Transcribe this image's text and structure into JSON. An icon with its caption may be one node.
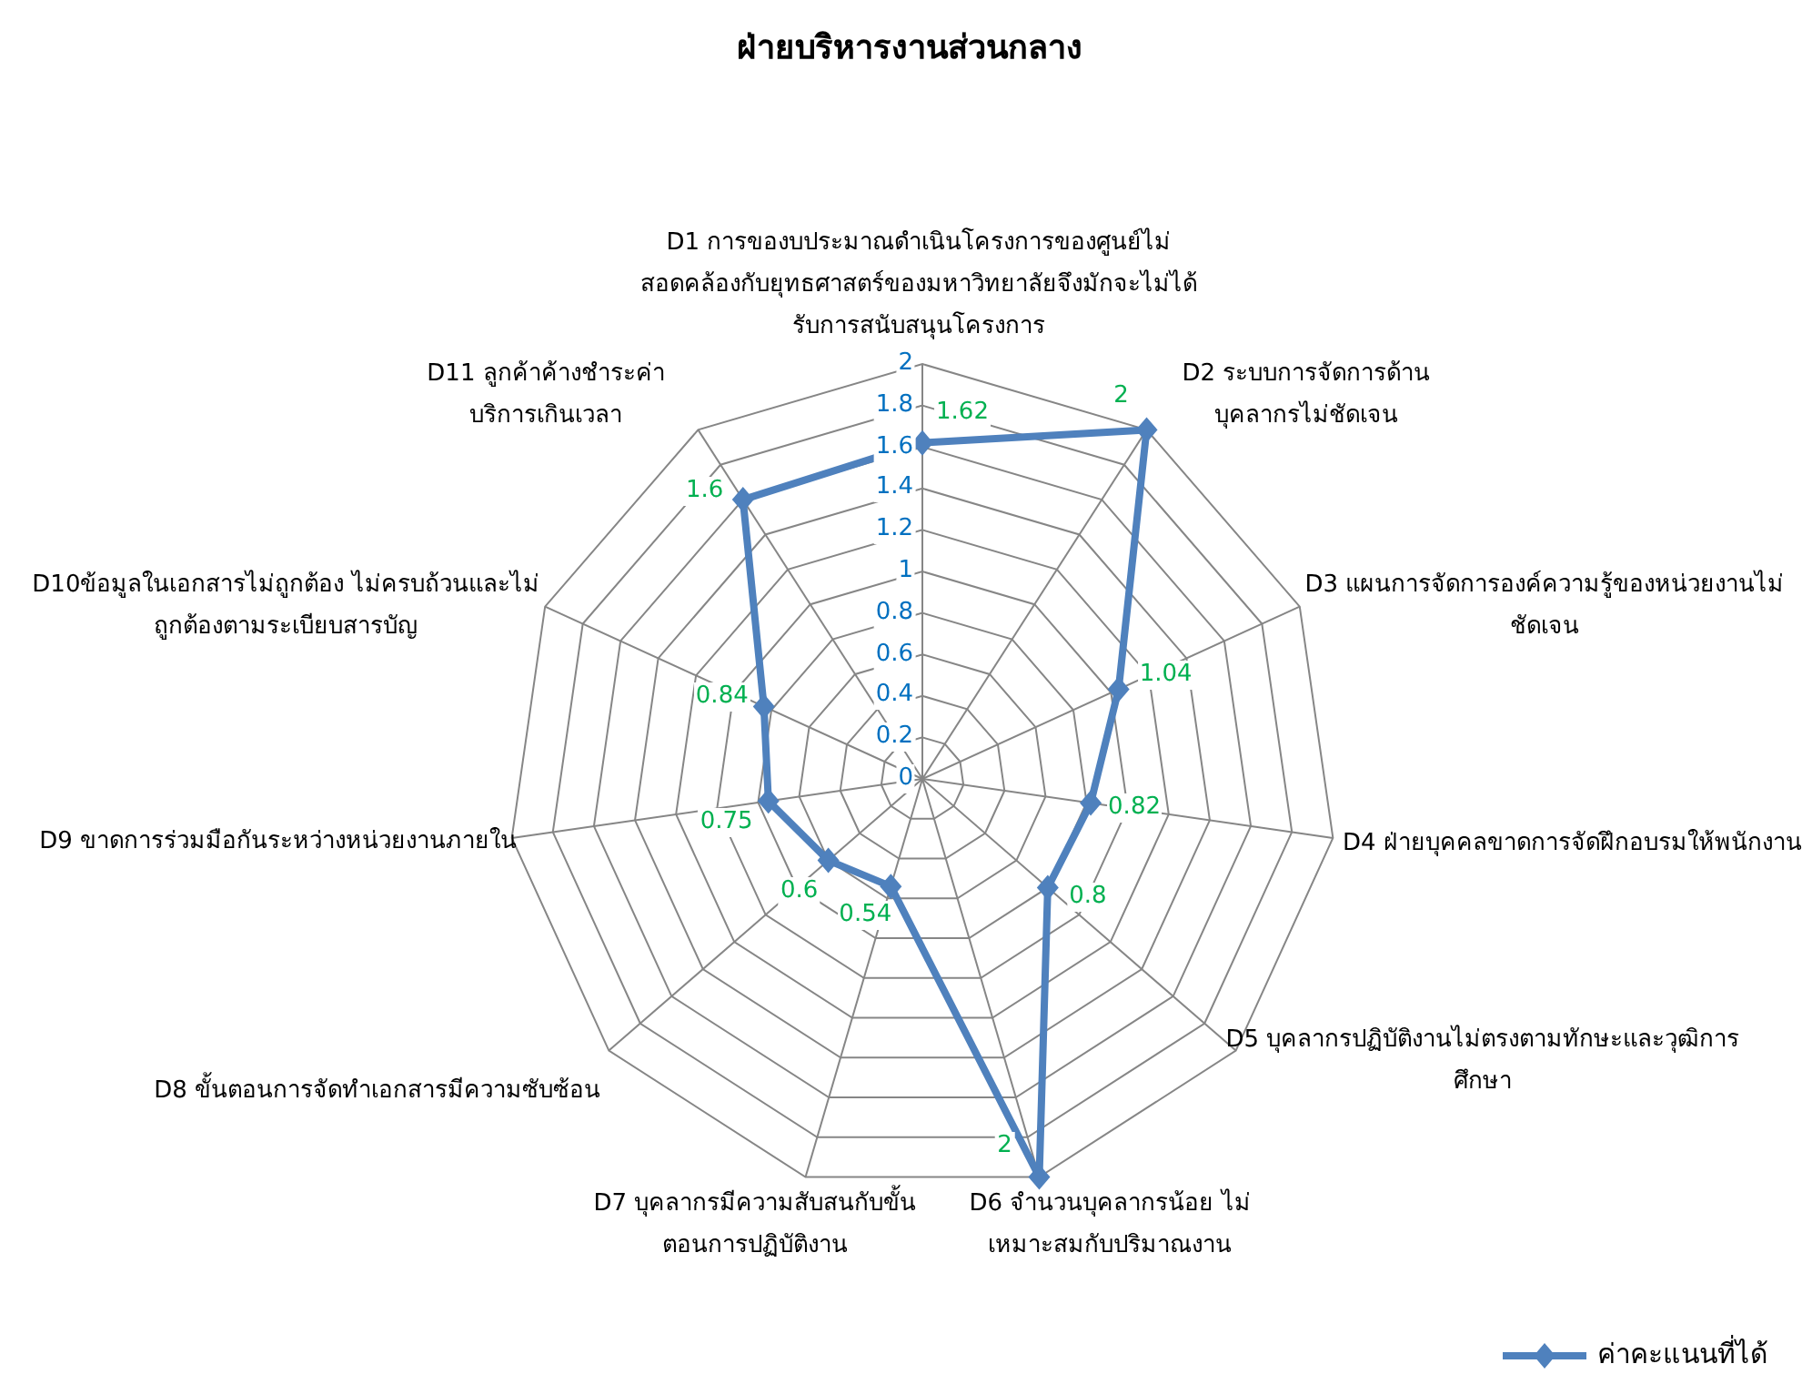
{
  "diagram": {
    "title": "ฝ่ายบริหารงานส่วนกลาง",
    "chart_data": {
      "type": "radar",
      "categories": [
        "D1  การของบประมาณดำเนินโครงการของศูนย์ไม่สอดคล้องกับยุทธศาสตร์ของมหาวิทยาลัยจึงมักจะไม่ได้รับการสนับสนุนโครงการ",
        "D2  ระบบการจัดการด้านบุคลากรไม่ชัดเจน",
        "D3  แผนการจัดการองค์ความรู้ของหน่วยงานไม่ชัดเจน",
        "D4  ฝ่ายบุคคลขาดการจัดฝึกอบรมให้พนักงาน",
        "D5  บุคลากรปฏิบัติงานไม่ตรงตามทักษะและวุฒิการศึกษา",
        "D6 จำนวนบุคลากรน้อย ไม่เหมาะสมกับปริมาณงาน",
        "D7  บุคลากรมีความสับสนกับขั้นตอนการปฏิบัติงาน",
        "D8  ขั้นตอนการจัดทำเอกสารมีความซับซ้อน",
        "D9  ขาดการร่วมมือกันระหว่างหน่วยงานภายใน",
        "D10ข้อมูลในเอกสารไม่ถูกต้อง ไม่ครบถ้วนและไม่ถูกต้องตามระเบียบสารบัญ",
        "D11 ลูกค้าค้างชำระค่าบริการเกินเวลา"
      ],
      "series": [
        {
          "name": "ค่าคะแนนที่ได้",
          "color": "#4f81bd",
          "values": [
            1.62,
            2,
            1.04,
            0.82,
            0.8,
            2,
            0.54,
            0.6,
            0.75,
            0.84,
            1.6
          ]
        }
      ],
      "ylim": [
        0,
        2
      ],
      "yticks": [
        0,
        0.2,
        0.4,
        0.6,
        0.8,
        1,
        1.2,
        1.4,
        1.6,
        1.8,
        2
      ],
      "data_labels": true
    }
  }
}
